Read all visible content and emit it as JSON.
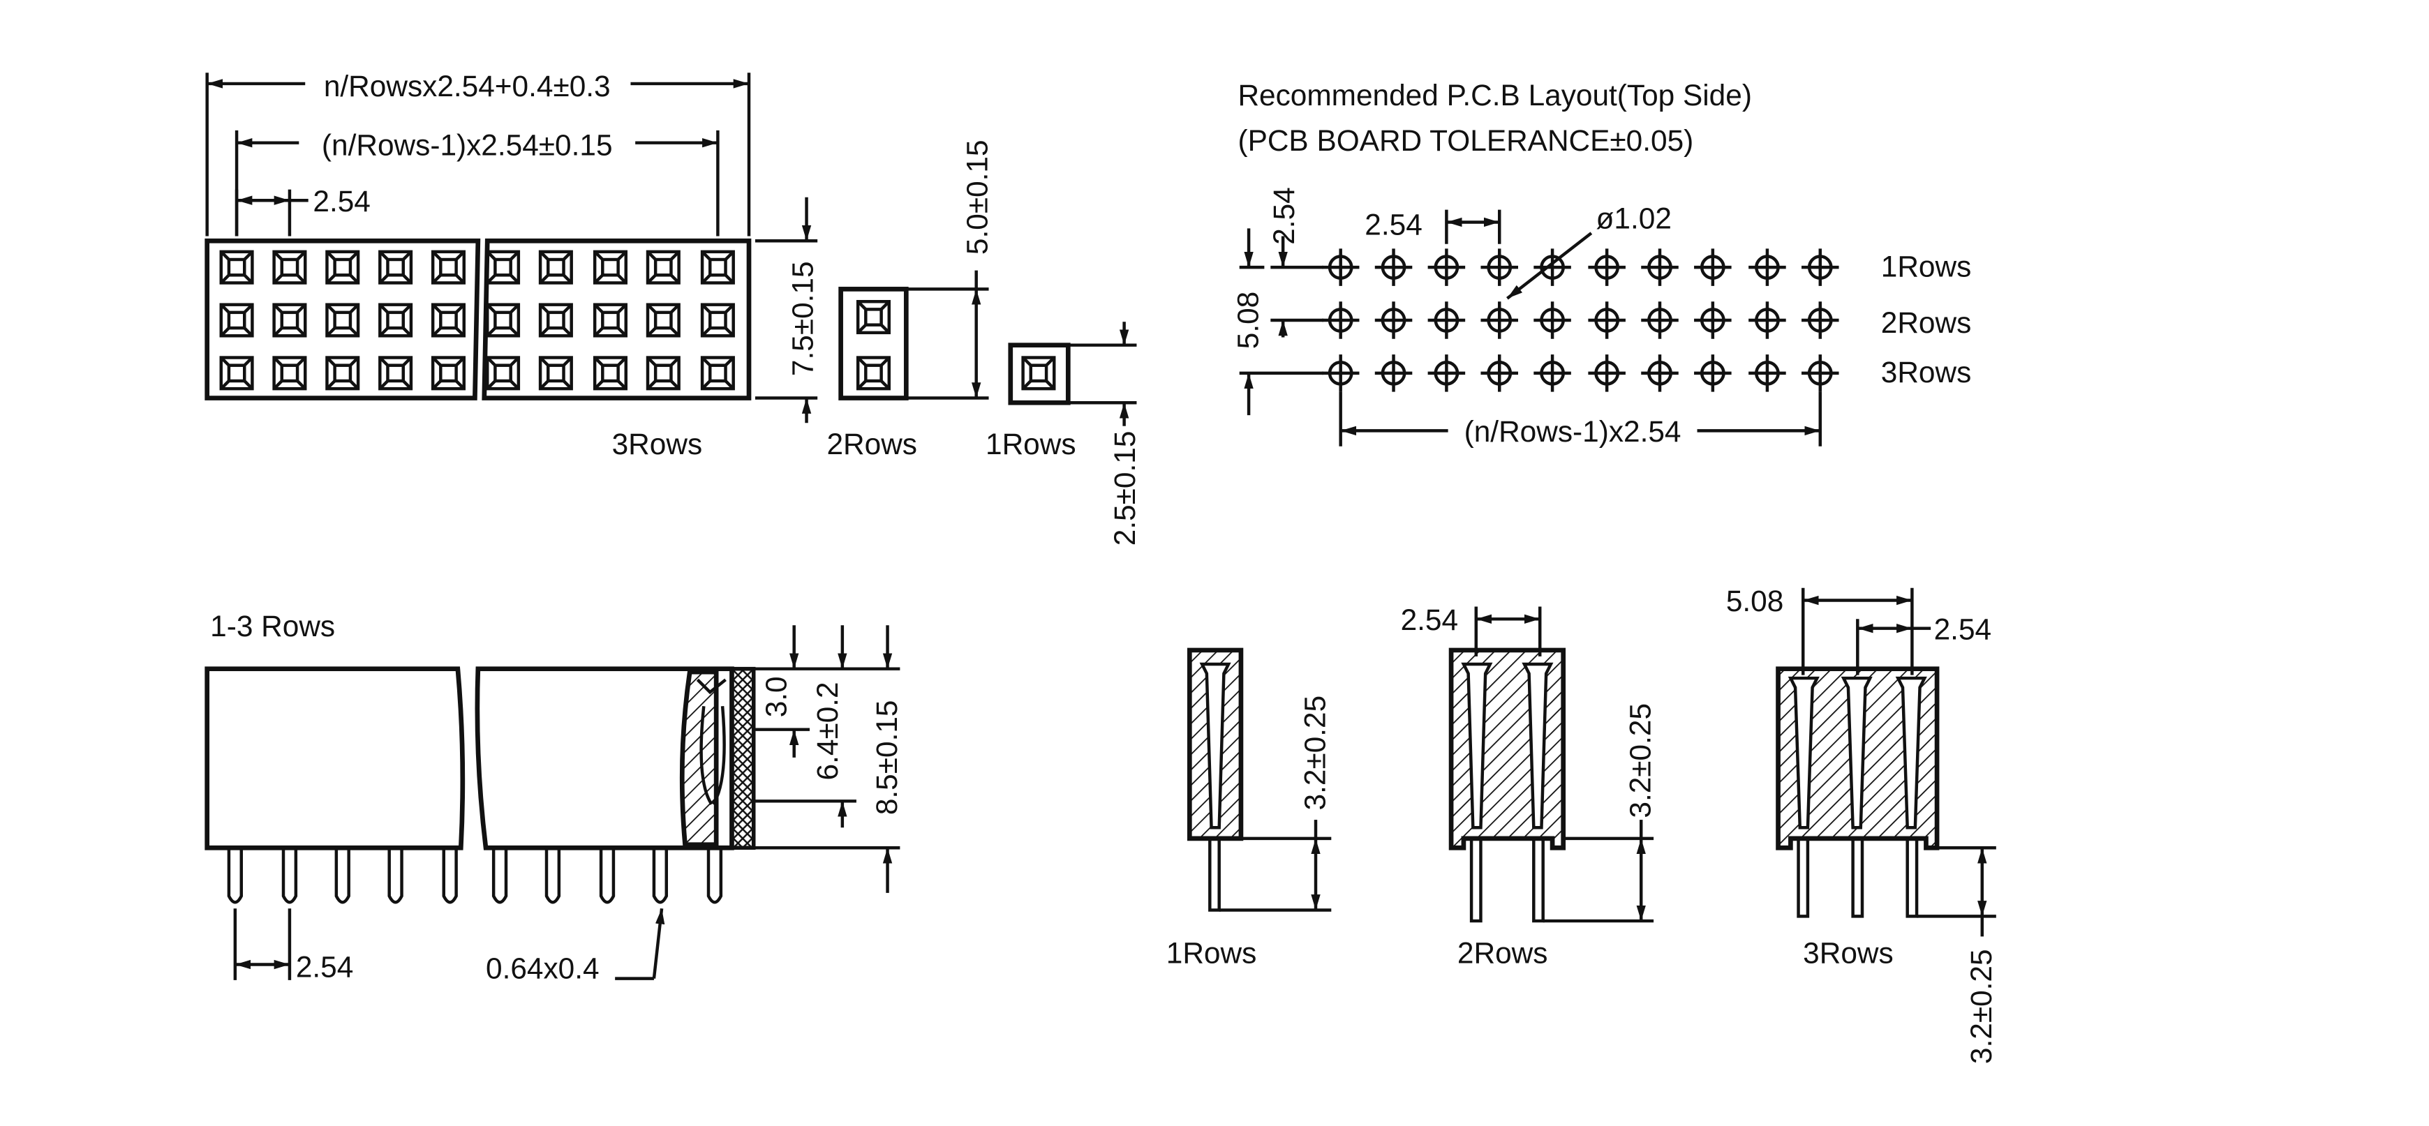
{
  "top_left": {
    "dim_overall": "n/Rowsx2.54+0.4±0.3",
    "dim_span": "(n/Rows-1)x2.54±0.15",
    "dim_pitch": "2.54",
    "dim_height_7_5": "7.5±0.15",
    "dim_height_5_0": "5.0±0.15",
    "dim_height_2_5": "2.5±0.15",
    "label_3rows": "3Rows",
    "label_2rows": "2Rows",
    "label_1rows": "1Rows"
  },
  "pcb_layout": {
    "title_line1": "Recommended P.C.B Layout(Top Side)",
    "title_line2": "(PCB BOARD TOLERANCE±0.05)",
    "dim_pitch_x": "2.54",
    "dim_pitch_y": "2.54",
    "dim_row_span": "5.08",
    "hole_dia": "ø1.02",
    "dim_span": "(n/Rows-1)x2.54",
    "row_labels": [
      "1Rows",
      "2Rows",
      "3Rows"
    ]
  },
  "side_view": {
    "title": "1-3 Rows",
    "dim_3_0": "3.0",
    "dim_6_4": "6.4±0.2",
    "dim_8_5": "8.5±0.15",
    "dim_pitch": "2.54",
    "pin_size": "0.64x0.4"
  },
  "sections": {
    "dim_1row_pin": "3.2±0.25",
    "dim_2row_pin": "3.2±0.25",
    "dim_3row_pin": "3.2±0.25",
    "dim_2row_pitch": "2.54",
    "dim_3row_span": "5.08",
    "dim_3row_pitch": "2.54",
    "label_1rows": "1Rows",
    "label_2rows": "2Rows",
    "label_3rows": "3Rows"
  }
}
